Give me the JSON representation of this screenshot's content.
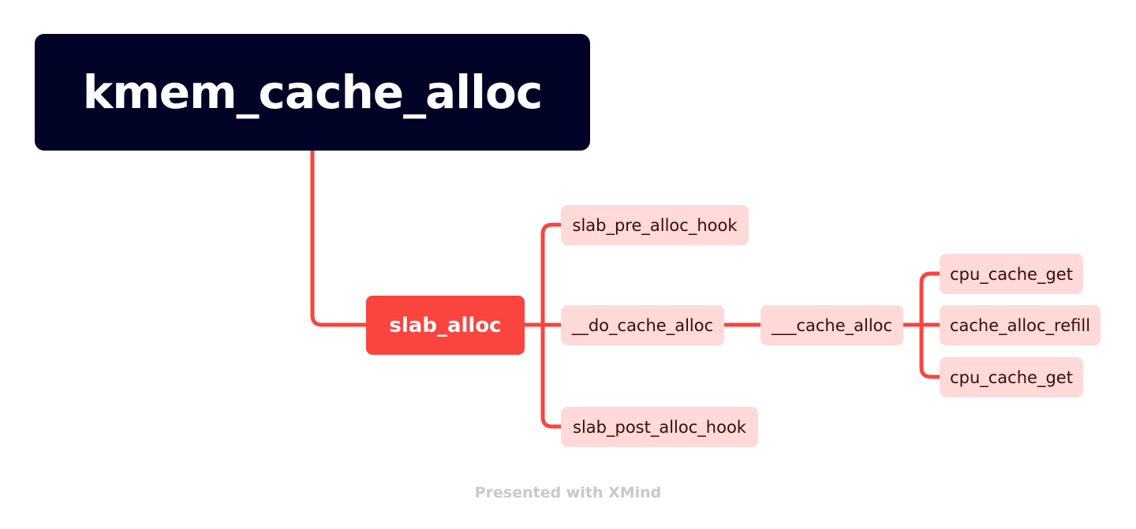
{
  "mindmap": {
    "root": "kmem_cache_alloc",
    "main_topic": "slab_alloc",
    "children": {
      "pre_hook": "slab_pre_alloc_hook",
      "do_cache_alloc": "__do_cache_alloc",
      "post_hook": "slab_post_alloc_hook"
    },
    "grandchild": "___cache_alloc",
    "leaves": {
      "cpu_cache_get_1": "cpu_cache_get",
      "cache_alloc_refill": "cache_alloc_refill",
      "cpu_cache_get_2": "cpu_cache_get"
    }
  },
  "colors": {
    "root_bg": "#000326",
    "accent": "#fa443e",
    "subtopic_bg": "#ffdad8",
    "subtopic_text": "#3a0a08",
    "footer_text": "#c9c9c9"
  },
  "footer": "Presented with XMind"
}
